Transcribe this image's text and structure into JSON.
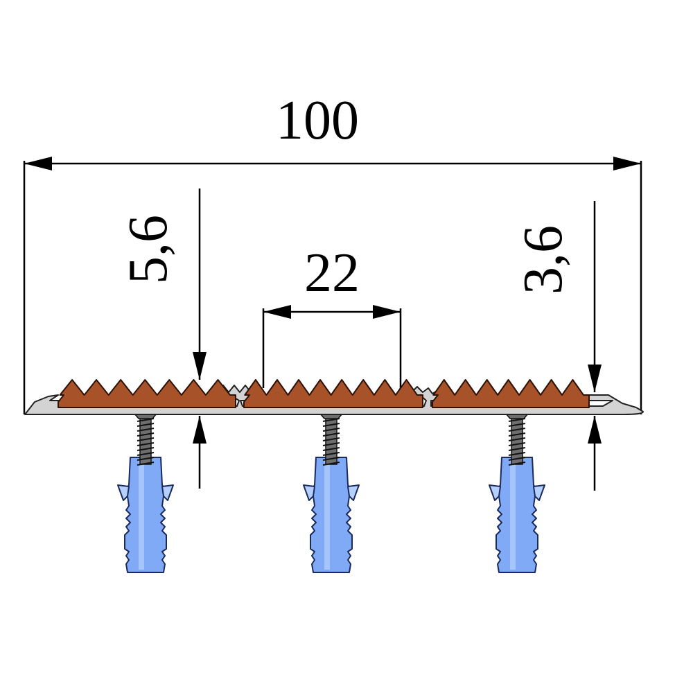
{
  "dimensions": {
    "overall_width": "100",
    "insert_width": "22",
    "total_height": "5,6",
    "edge_height": "3,6"
  },
  "colors": {
    "profile_fill": "#d3d3d3",
    "profile_stroke": "#222222",
    "insert_fill": "#a8522a",
    "dowel_fill": "#80aaf5",
    "dowel_light": "#b5d0ff",
    "screw_fill": "#6e6e6e",
    "dim_line": "#000000"
  },
  "fastener_count": 3,
  "insert_count": 3
}
